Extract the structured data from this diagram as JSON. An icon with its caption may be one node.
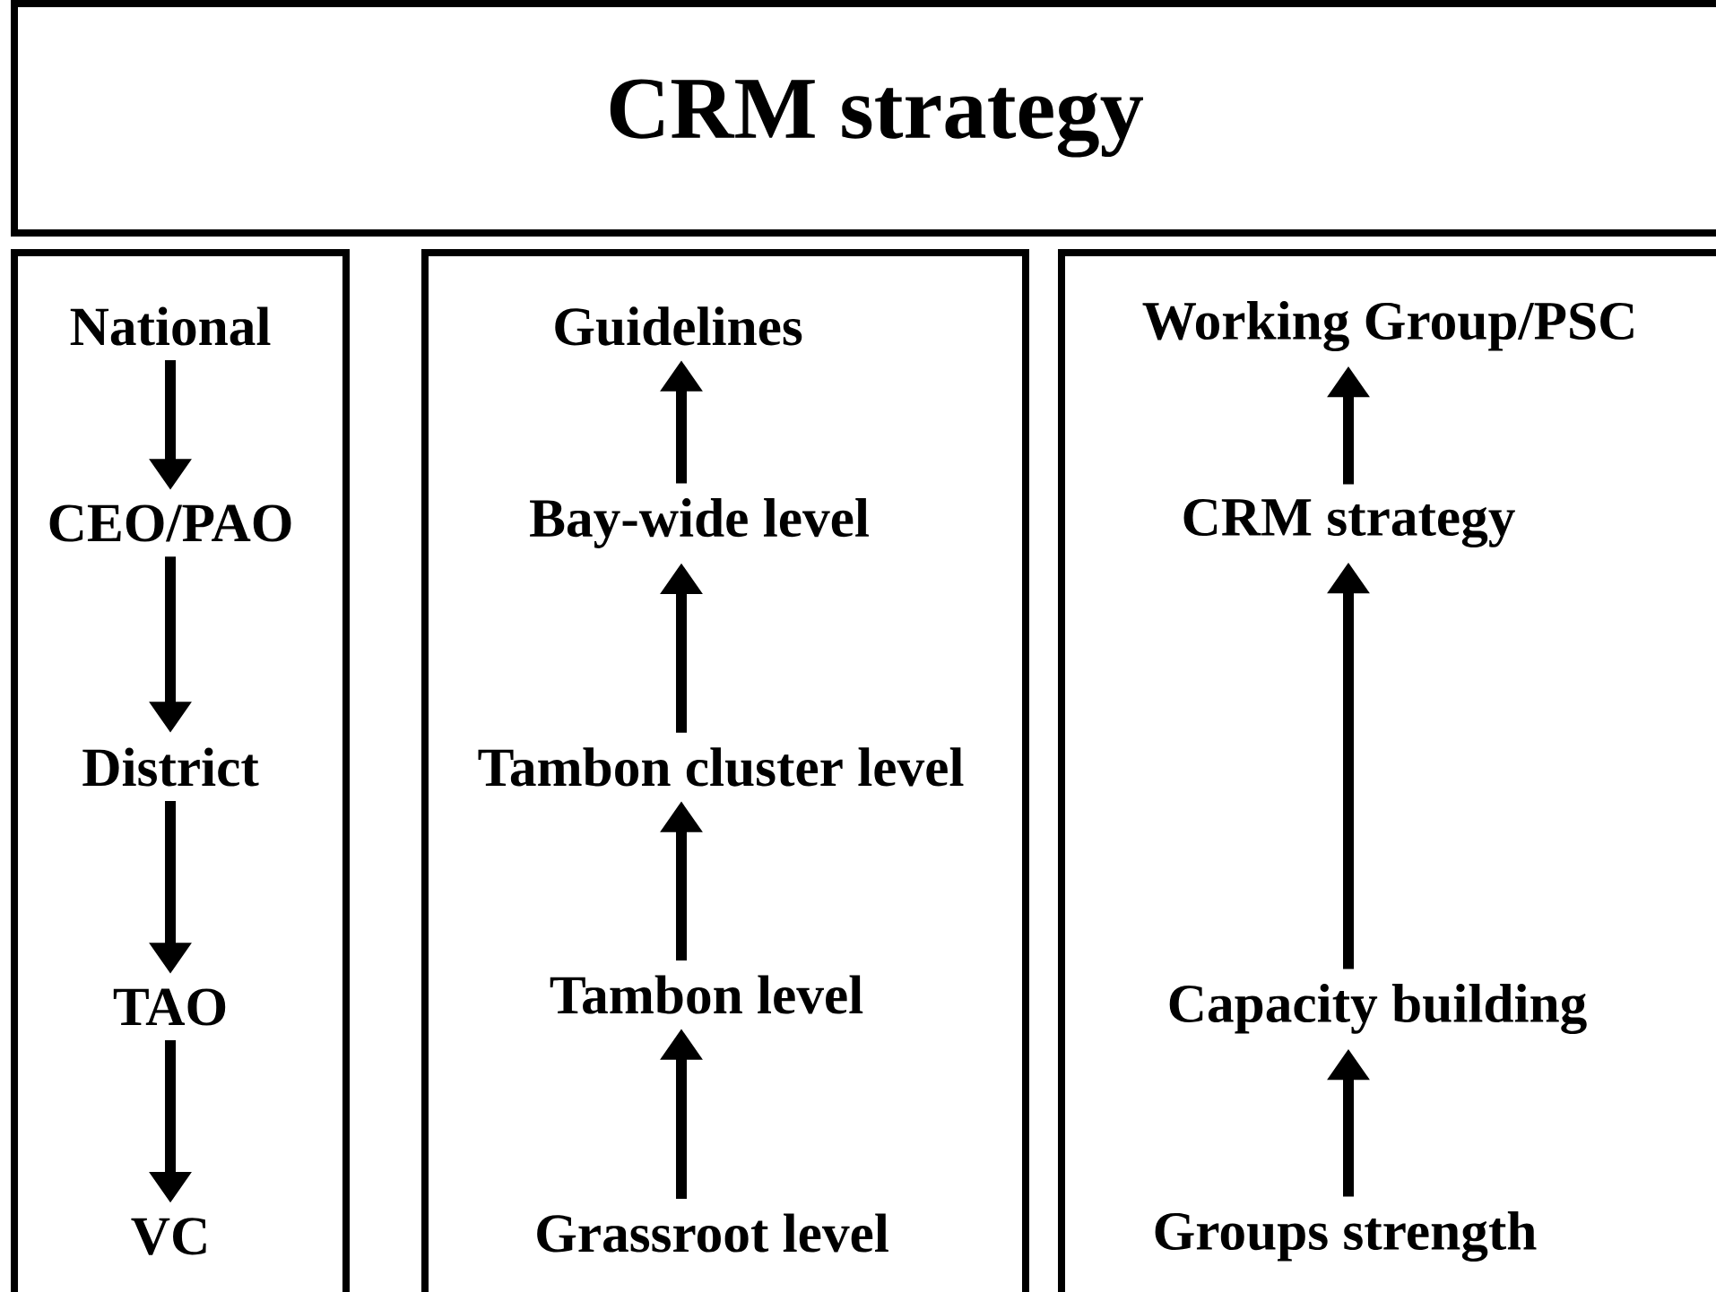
{
  "diagram": {
    "nodes": [
      {
        "text": [
          "CRM strategy"
        ]
      },
      {
        "text": [],
        "shape": "box"
      },
      {
        "text": [
          "National"
        ],
        "in": 1
      },
      {
        "text": [
          "CEO/PAO"
        ],
        "in": 1
      },
      {
        "text": [
          "District"
        ],
        "in": 1
      },
      {
        "text": [
          "TAO"
        ],
        "in": 1
      },
      {
        "text": [
          "VC"
        ],
        "in": 1
      },
      {
        "text": [],
        "shape": "box"
      },
      {
        "text": [
          "Guidelines"
        ],
        "in": 7
      },
      {
        "text": [
          "Bay-wide level"
        ],
        "in": 7
      },
      {
        "text": [
          "Tambon cluster level"
        ],
        "in": 7
      },
      {
        "text": [
          "Tambon level"
        ],
        "in": 7
      },
      {
        "text": [
          "Grassroot level"
        ],
        "in": 7
      },
      {
        "text": [],
        "shape": "box"
      },
      {
        "text": [
          "Working Group/PSC"
        ],
        "in": 13
      },
      {
        "text": [
          "CRM strategy"
        ],
        "in": 13
      },
      {
        "text": [
          "Capacity building"
        ],
        "in": 13
      },
      {
        "text": [
          "Groups strength"
        ],
        "in": 13
      }
    ],
    "edges": [
      {
        "from": 2,
        "to": 3,
        "arrow": "to"
      },
      {
        "from": 3,
        "to": 4,
        "arrow": "to"
      },
      {
        "from": 4,
        "to": 5,
        "arrow": "to"
      },
      {
        "from": 5,
        "to": 6,
        "arrow": "to"
      },
      {
        "from": 12,
        "to": 11,
        "arrow": "to"
      },
      {
        "from": 11,
        "to": 10,
        "arrow": "to"
      },
      {
        "from": 10,
        "to": 9,
        "arrow": "to"
      },
      {
        "from": 9,
        "to": 8,
        "arrow": "to"
      },
      {
        "from": 17,
        "to": 16,
        "arrow": "to"
      },
      {
        "from": 16,
        "to": 15,
        "arrow": "to"
      },
      {
        "from": 15,
        "to": 14,
        "arrow": "to"
      }
    ]
  }
}
